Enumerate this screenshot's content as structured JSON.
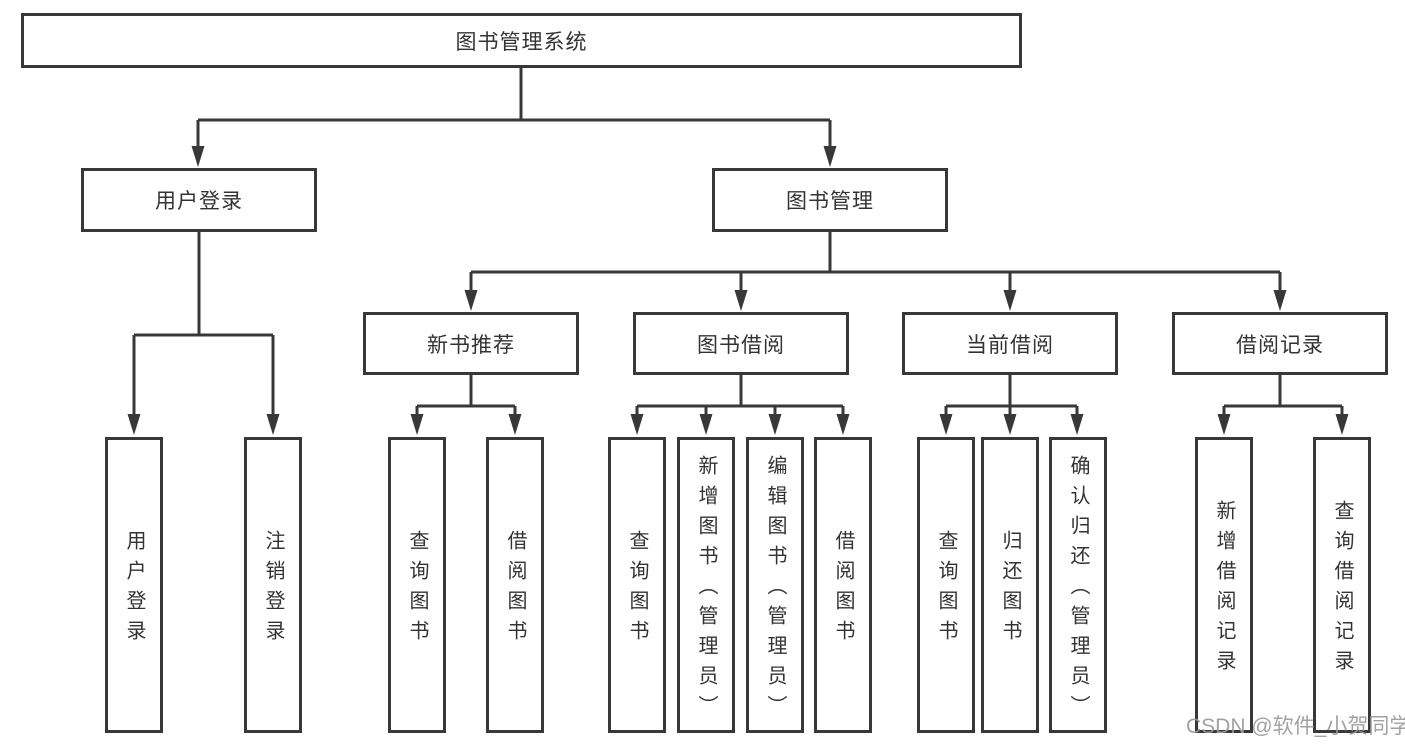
{
  "tree": {
    "label": "图书管理系统",
    "children": [
      {
        "label": "用户登录",
        "children": [
          {
            "label": "用户登录"
          },
          {
            "label": "注销登录"
          }
        ]
      },
      {
        "label": "图书管理",
        "children": [
          {
            "label": "新书推荐",
            "children": [
              {
                "label": "查询图书"
              },
              {
                "label": "借阅图书"
              }
            ]
          },
          {
            "label": "图书借阅",
            "children": [
              {
                "label": "查询图书"
              },
              {
                "label": "新增图书（管理员）"
              },
              {
                "label": "编辑图书（管理员）"
              },
              {
                "label": "借阅图书"
              }
            ]
          },
          {
            "label": "当前借阅",
            "children": [
              {
                "label": "查询图书"
              },
              {
                "label": "归还图书"
              },
              {
                "label": "确认归还（管理员）"
              }
            ]
          },
          {
            "label": "借阅记录",
            "children": [
              {
                "label": "新增借阅记录"
              },
              {
                "label": "查询借阅记录"
              }
            ]
          }
        ]
      }
    ]
  },
  "watermark": "CSDN @软件_小贺同学",
  "colors": {
    "line": "#383838",
    "box_border": "#383838",
    "text": "#333333",
    "watermark": "#9b9b9b",
    "bg": "#ffffff"
  }
}
